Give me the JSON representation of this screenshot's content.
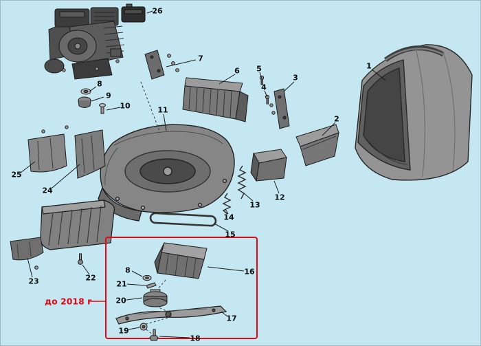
{
  "page": {
    "background_color": "#c4e7f2",
    "highlight_color": "#e30613",
    "drawing_outline_color": "#1f1f1f"
  },
  "diagram": {
    "type": "exploded-parts-view",
    "subject": "lawn-mower-parts-diagram",
    "annotation": {
      "label": "до 2018 г",
      "color": "#e30613"
    },
    "callouts": [
      {
        "id": "1",
        "label": "1"
      },
      {
        "id": "2",
        "label": "2"
      },
      {
        "id": "3",
        "label": "3"
      },
      {
        "id": "4",
        "label": "4"
      },
      {
        "id": "5",
        "label": "5"
      },
      {
        "id": "6",
        "label": "6"
      },
      {
        "id": "7",
        "label": "7"
      },
      {
        "id": "8",
        "label": "8"
      },
      {
        "id": "9",
        "label": "9"
      },
      {
        "id": "10",
        "label": "10"
      },
      {
        "id": "11",
        "label": "11"
      },
      {
        "id": "12",
        "label": "12"
      },
      {
        "id": "13",
        "label": "13"
      },
      {
        "id": "14",
        "label": "14"
      },
      {
        "id": "15",
        "label": "15"
      },
      {
        "id": "16",
        "label": "16"
      },
      {
        "id": "17",
        "label": "17"
      },
      {
        "id": "18",
        "label": "18"
      },
      {
        "id": "19",
        "label": "19"
      },
      {
        "id": "20",
        "label": "20"
      },
      {
        "id": "21",
        "label": "21"
      },
      {
        "id": "22",
        "label": "22"
      },
      {
        "id": "23",
        "label": "23"
      },
      {
        "id": "24",
        "label": "24"
      },
      {
        "id": "25",
        "label": "25"
      },
      {
        "id": "26",
        "label": "26"
      },
      {
        "id": "8b",
        "label": "8"
      }
    ]
  }
}
